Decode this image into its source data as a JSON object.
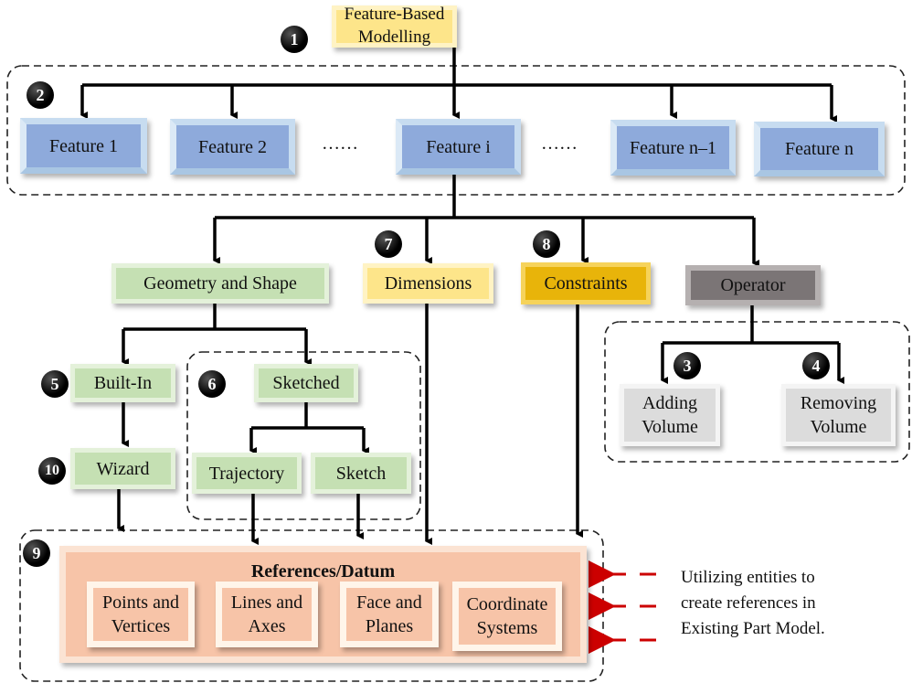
{
  "title": "Feature-Based Modelling",
  "features": [
    "Feature 1",
    "Feature 2",
    "Feature i",
    "Feature n–1",
    "Feature n"
  ],
  "ellipsis": "……",
  "attributes": {
    "geometry": "Geometry and Shape",
    "dimensions": "Dimensions",
    "constraints": "Constraints",
    "operator": "Operator"
  },
  "operator_children": {
    "adding": "Adding Volume",
    "removing": "Removing Volume"
  },
  "geometry_children": {
    "builtin": "Built-In",
    "wizard": "Wizard",
    "sketched": "Sketched",
    "trajectory": "Trajectory",
    "sketch": "Sketch"
  },
  "references": {
    "title": "References/Datum",
    "items": [
      "Points and Vertices",
      "Lines and Axes",
      "Face and Planes",
      "Coordinate Systems"
    ]
  },
  "note": {
    "line1": "Utilizing entities to",
    "line2": "create references in",
    "line3": "Existing Part Model."
  },
  "badges": [
    "1",
    "2",
    "3",
    "4",
    "5",
    "6",
    "7",
    "8",
    "9",
    "10"
  ]
}
